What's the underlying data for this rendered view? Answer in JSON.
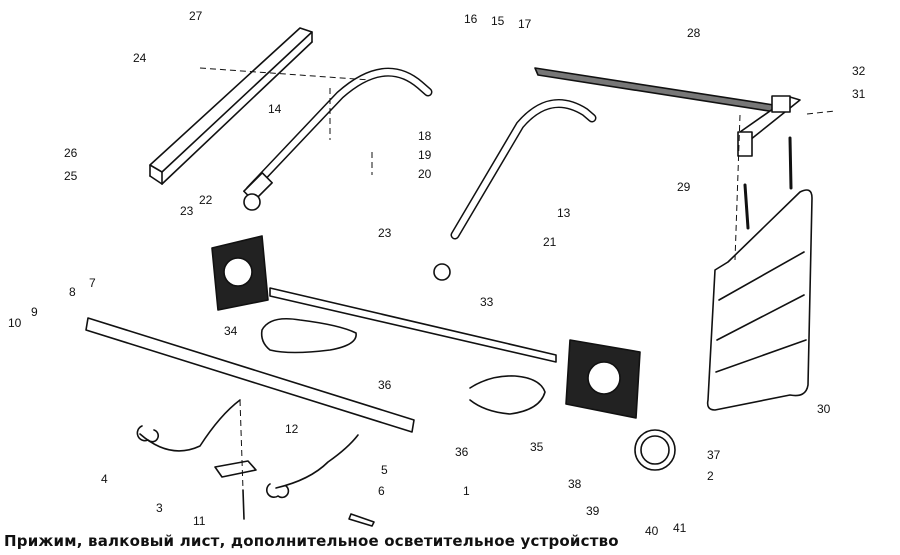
{
  "caption": "Прижим, валковый лист, дополнительное осветительное устройство",
  "callouts": [
    "1",
    "2",
    "3",
    "4",
    "5",
    "6",
    "7",
    "8",
    "9",
    "10",
    "11",
    "12",
    "13",
    "14",
    "15",
    "16",
    "17",
    "18",
    "19",
    "20",
    "21",
    "22",
    "23",
    "23",
    "24",
    "25",
    "26",
    "27",
    "28",
    "29",
    "30",
    "31",
    "32",
    "33",
    "34",
    "35",
    "36",
    "36",
    "37",
    "38",
    "39",
    "40",
    "41"
  ]
}
